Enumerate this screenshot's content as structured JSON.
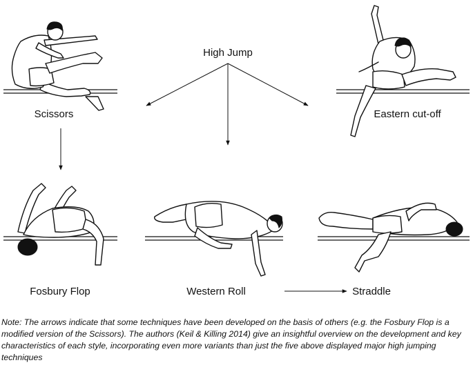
{
  "title": "High Jump",
  "techniques": {
    "scissors": "Scissors",
    "eastern": "Eastern cut-off",
    "fosbury": "Fosbury Flop",
    "western": "Western Roll",
    "straddle": "Straddle"
  },
  "note": "Note: The arrows indicate that some techniques have been developed on the basis of others (e.g. the Fosbury Flop is a modified version of the Scissors). The authors (Keil & Killing 2014) give an insightful overview on the development and key characteristics of each style, incorporating even more variants than just the five above displayed major high jumping techniques"
}
